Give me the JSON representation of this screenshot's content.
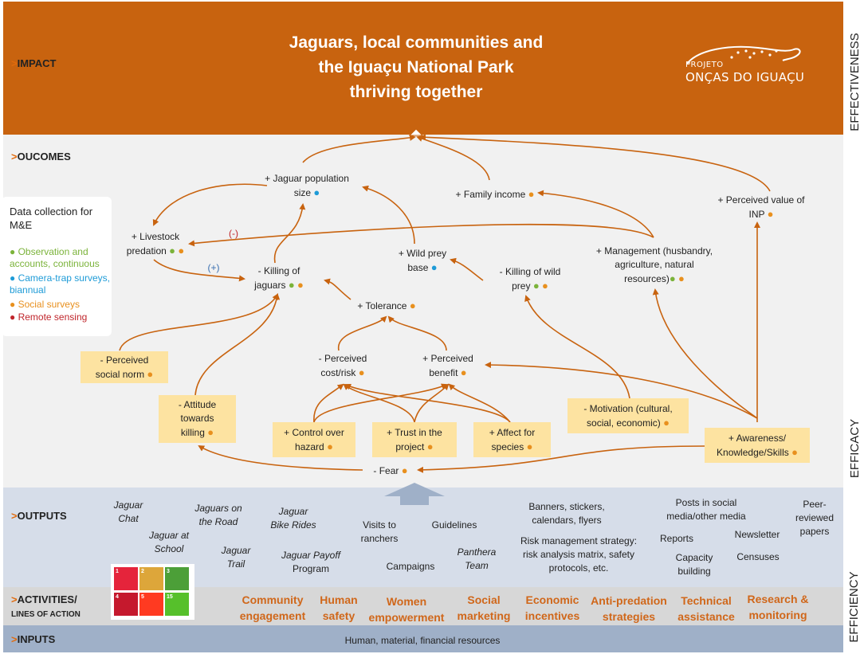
{
  "side_labels": {
    "effectiveness": "EFFECTIVENESS",
    "efficacy": "EFFICACY",
    "efficiency": "EFFICIENCY"
  },
  "levels": {
    "impact": "IMPACT",
    "outcomes": "OUCOMES",
    "outputs": "OUTPUTS",
    "activities": "ACTIVITIES/",
    "activities_sub": "LINES OF ACTION",
    "inputs": "INPUTS",
    "prefix": ">"
  },
  "impact": {
    "title_lines": [
      "Jaguars, local communities and",
      "the Iguaçu National Park",
      "thriving together"
    ]
  },
  "logo": {
    "line1": "PROJETO",
    "line2": "ONÇAS DO IGUAÇU"
  },
  "legend": {
    "title": "Data collection for M&E",
    "items": [
      {
        "label": "● Observation and accounts, continuous",
        "color": "#7bb33a"
      },
      {
        "label": "● Camera-trap surveys, biannual",
        "color": "#1e9bd7"
      },
      {
        "label": "● Social surveys",
        "color": "#e8901e"
      },
      {
        "label": "● Remote sensing",
        "color": "#c0262c"
      }
    ]
  },
  "colors": {
    "impact_band": "#c8630f",
    "accent": "#e06a0c",
    "arrow": "#c8630f",
    "box": "#fde3a1"
  },
  "dot": "●",
  "outcomes": {
    "jaguar_pop": {
      "l1": "+ Jaguar population",
      "l2": "size"
    },
    "family_income": "+ Family income",
    "inp_value": {
      "l1": "+ Perceived value of",
      "l2": "INP"
    },
    "livestock": {
      "l1": "+ Livestock",
      "l2": "predation"
    },
    "wild_prey_base": {
      "l1": "+ Wild prey",
      "l2": "base"
    },
    "killing_jaguars": {
      "l1": "- Killing of",
      "l2": "jaguars"
    },
    "killing_prey": {
      "l1": "- Killing of wild",
      "l2": "prey"
    },
    "management": {
      "l1": "+ Management (husbandry,",
      "l2": "agriculture, natural",
      "l3": "resources)"
    },
    "tolerance": "+ Tolerance",
    "cost_risk": {
      "l1": "- Perceived",
      "l2": "cost/risk"
    },
    "benefit": {
      "l1": "+ Perceived",
      "l2": "benefit"
    },
    "fear": "- Fear",
    "neg_sign": "(-)",
    "pos_sign": "(+)"
  },
  "boxes": {
    "social_norm": {
      "l1": "- Perceived",
      "l2": "social norm"
    },
    "attitude": {
      "l1": "- Attitude",
      "l2": "towards",
      "l3": "killing"
    },
    "control": {
      "l1": "+ Control over",
      "l2": "hazard"
    },
    "trust": {
      "l1": "+ Trust in the",
      "l2": "project"
    },
    "affect": {
      "l1": "+ Affect for",
      "l2": "species"
    },
    "motivation": {
      "l1": "- Motivation (cultural,",
      "l2": "social, economic)"
    },
    "awareness": {
      "l1": "+ Awareness/",
      "l2": "Knowledge/Skills"
    }
  },
  "outputs": {
    "jaguar_chat": {
      "l1": "Jaguar",
      "l2": "Chat"
    },
    "jaguars_road": {
      "l1": "Jaguars on",
      "l2": "the Road"
    },
    "jaguar_school": {
      "l1": "Jaguar at",
      "l2": "School"
    },
    "bike_rides": {
      "l1": "Jaguar",
      "l2": "Bike Rides"
    },
    "jaguar_trail": {
      "l1": "Jaguar",
      "l2": "Trail"
    },
    "payoff": {
      "l1": "Jaguar Payoff",
      "l2": "Program"
    },
    "visits": {
      "l1": "Visits to",
      "l2": "ranchers"
    },
    "guidelines": "Guidelines",
    "campaigns": "Campaigns",
    "panthera": {
      "l1": "Panthera",
      "l2": "Team"
    },
    "banners": {
      "l1": "Banners, stickers,",
      "l2": "calendars, flyers"
    },
    "risk": {
      "l1": "Risk management strategy:",
      "l2": "risk analysis matrix, safety",
      "l3": "protocols, etc."
    },
    "posts": {
      "l1": "Posts in social",
      "l2": "media/other media"
    },
    "peer": {
      "l1": "Peer-",
      "l2": "reviewed",
      "l3": "papers"
    },
    "reports": "Reports",
    "newsletter": "Newsletter",
    "capacity": {
      "l1": "Capacity",
      "l2": "building"
    },
    "censuses": "Censuses"
  },
  "activities": [
    {
      "l1": "Community",
      "l2": "engagement"
    },
    {
      "l1": "Human",
      "l2": "safety"
    },
    {
      "l1": "Women",
      "l2": "empowerment"
    },
    {
      "l1": "Social",
      "l2": "marketing"
    },
    {
      "l1": "Economic",
      "l2": "incentives"
    },
    {
      "l1": "Anti-predation",
      "l2": "strategies"
    },
    {
      "l1": "Technical",
      "l2": "assistance"
    },
    {
      "l1": "Research &",
      "l2": "monitoring"
    }
  ],
  "sdg_tiles": [
    {
      "n": "1",
      "color": "#e5243b"
    },
    {
      "n": "2",
      "color": "#dda63a"
    },
    {
      "n": "3",
      "color": "#4c9f38"
    },
    {
      "n": "4",
      "color": "#c5192d"
    },
    {
      "n": "5",
      "color": "#ff3a21"
    },
    {
      "n": "15",
      "color": "#56c02b"
    }
  ],
  "inputs": "Human, material, financial resources"
}
